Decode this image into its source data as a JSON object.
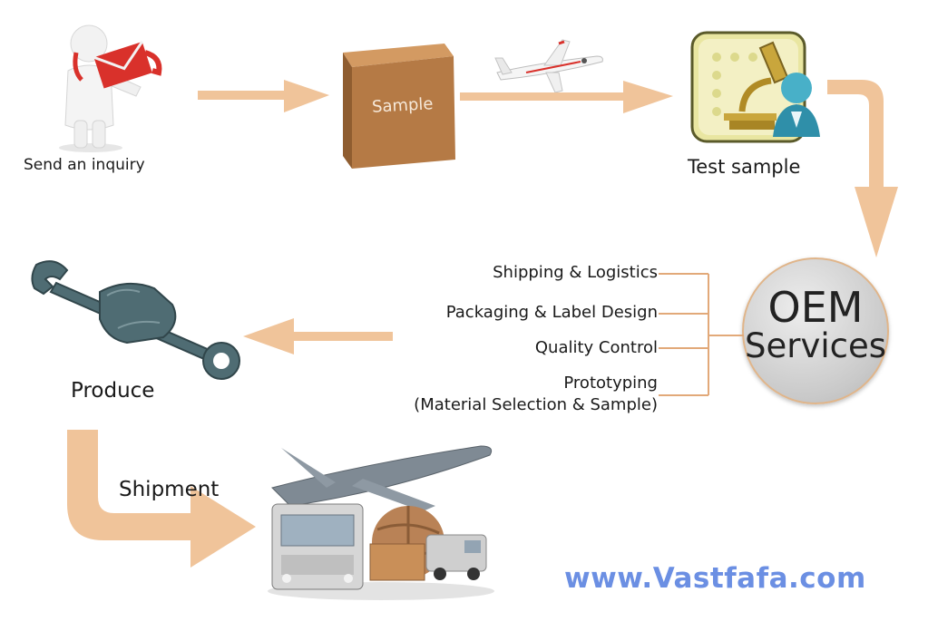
{
  "steps": {
    "inquiry": "Send an inquiry",
    "sample_box": "Sample",
    "test": "Test sample",
    "produce": "Produce",
    "shipment": "Shipment"
  },
  "oem": {
    "line1": "OEM",
    "line2": "Services",
    "items": [
      "Shipping & Logistics",
      "Packaging & Label Design",
      "Quality Control",
      "Prototyping",
      "(Material Selection & Sample)"
    ]
  },
  "watermark": "www.Vastfafa.com",
  "colors": {
    "arrow": "#f0c49a",
    "accent_red": "#d9312b",
    "box_brown": "#b57a45",
    "url_blue": "#6b8fe3",
    "wrench": "#4f6c73"
  },
  "icons": [
    "person-envelope-icon",
    "sample-box-icon",
    "airplane-icon",
    "microscope-icon",
    "wrench-fist-icon",
    "transport-icon"
  ]
}
